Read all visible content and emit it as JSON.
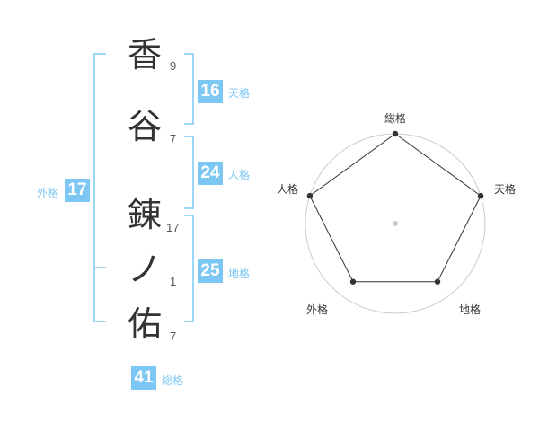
{
  "name": {
    "characters": [
      {
        "char": "香",
        "strokes": "9"
      },
      {
        "char": "谷",
        "strokes": "7"
      },
      {
        "char": "錬",
        "strokes": "17"
      },
      {
        "char": "ノ",
        "strokes": "1"
      },
      {
        "char": "佑",
        "strokes": "7"
      }
    ]
  },
  "grids": {
    "tenkaku": {
      "value": "16",
      "label": "天格"
    },
    "jinkaku": {
      "value": "24",
      "label": "人格"
    },
    "chikaku": {
      "value": "25",
      "label": "地格"
    },
    "gaikaku": {
      "value": "17",
      "label": "外格"
    },
    "soukaku": {
      "value": "41",
      "label": "総格"
    }
  },
  "radar": {
    "axes": [
      "総格",
      "天格",
      "地格",
      "外格",
      "人格"
    ],
    "values": [
      1,
      1,
      0.8,
      0.8,
      1
    ],
    "levels": 5
  },
  "colors": {
    "accent": "#7dc7f4",
    "radar_fill": "#efefef",
    "ring": "#cccccc"
  }
}
